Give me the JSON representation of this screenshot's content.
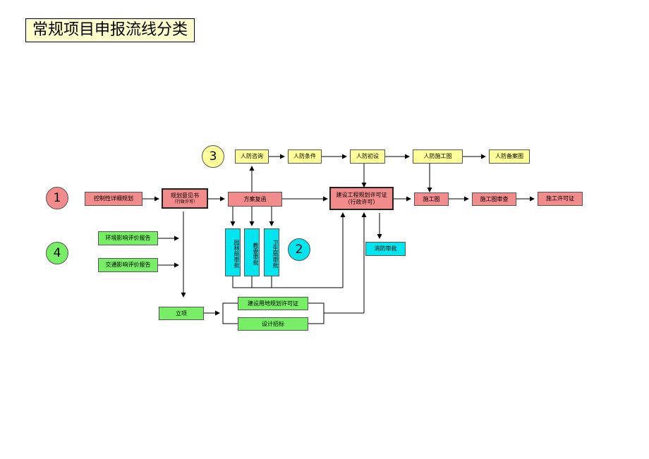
{
  "title": "常规项目申报流线分类",
  "circles": {
    "c1": "1",
    "c2": "2",
    "c3": "3",
    "c4": "4"
  },
  "nodes": {
    "kongzhi": "控制性详细规划",
    "guihua": "规划意见书",
    "guihua_sub": "（行政许可）",
    "fangan": "方案复函",
    "jianshe": "建设工程规划许可证",
    "jianshe_sub": "（行政许可）",
    "shigongtu": "施工图",
    "shigongtu_shencha": "施工图审查",
    "shigong_xuke": "施工许可证",
    "renfang_zixun": "人防咨询",
    "renfang_tiaojian": "人防条件",
    "renfang_chushe": "人防初设",
    "renfang_shigongtu": "人防施工图",
    "renfang_beian": "人防备案图",
    "yuanlin": "园林局审批",
    "jiaowei": "教委审批",
    "weisheng": "卫生局审批",
    "xiaofang": "消防审批",
    "huanjing": "环境影响评价报告",
    "jiaotong": "交通影响评价报告",
    "lixiang": "立项",
    "yongdi": "建设用地规划许可证",
    "sheji": "设计招标"
  },
  "colors": {
    "red": "#f28b8b",
    "yellow": "#ffff99",
    "green": "#77ee66",
    "cyan": "#00e5ee",
    "title_bg": "#ffffcc"
  }
}
